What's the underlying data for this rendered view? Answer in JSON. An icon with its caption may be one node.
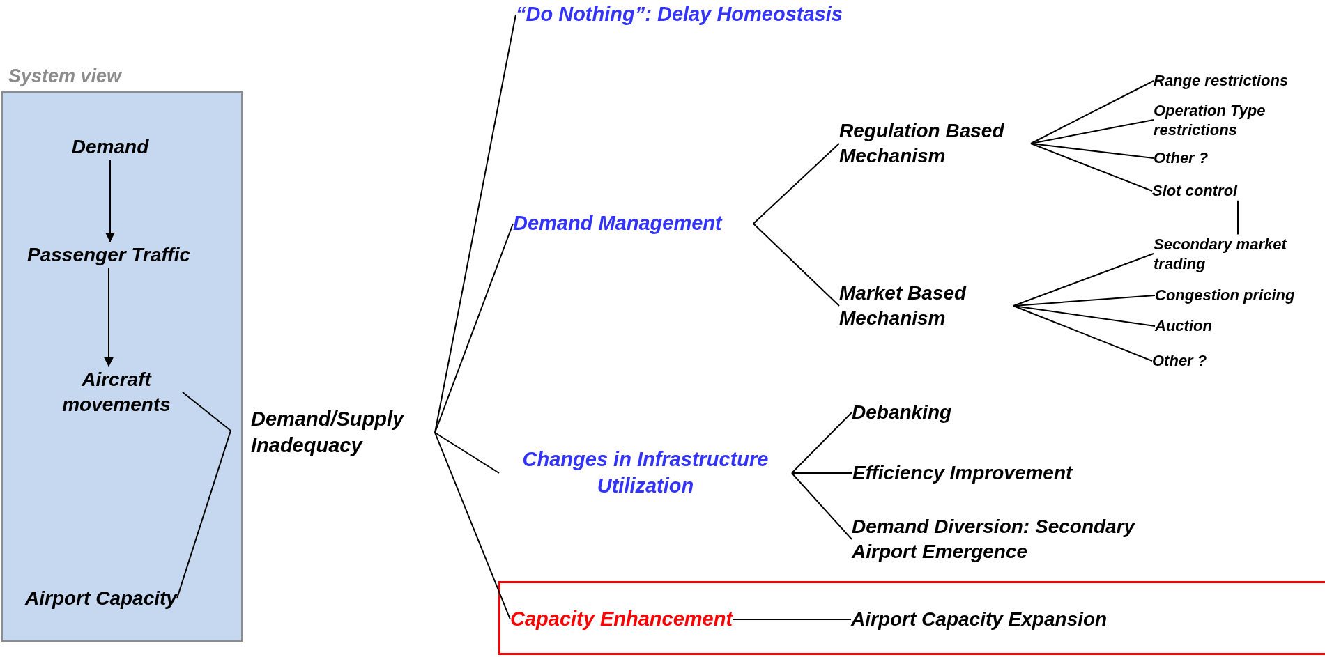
{
  "diagram": {
    "nodes": [
      {
        "text": [
          "System view"
        ]
      },
      {
        "text": [
          "Demand"
        ],
        "in": 0
      },
      {
        "text": [
          "Passenger Traffic"
        ],
        "in": 0
      },
      {
        "text": [
          "Aircraft movements"
        ],
        "in": 0
      },
      {
        "text": [
          "Airport Capacity"
        ],
        "in": 0
      },
      {
        "text": [
          "Demand/Supply Inadequacy"
        ]
      },
      {
        "text": [
          "“Do Nothing”: Delay Homeostasis"
        ]
      },
      {
        "text": [
          "Demand Management"
        ]
      },
      {
        "text": [
          "Regulation Based Mechanism"
        ]
      },
      {
        "text": [
          "Range restrictions"
        ]
      },
      {
        "text": [
          "Operation Type restrictions"
        ]
      },
      {
        "text": [
          "Other ?"
        ]
      },
      {
        "text": [
          "Slot control"
        ]
      },
      {
        "text": [
          "Secondary market trading"
        ]
      },
      {
        "text": [
          "Market Based Mechanism"
        ]
      },
      {
        "text": [
          "Congestion pricing"
        ]
      },
      {
        "text": [
          "Auction"
        ]
      },
      {
        "text": [
          "Other ?"
        ]
      },
      {
        "text": [
          "Changes in Infrastructure Utilization"
        ]
      },
      {
        "text": [
          "Debanking"
        ]
      },
      {
        "text": [
          "Efficiency Improvement"
        ]
      },
      {
        "text": [
          "Demand Diversion: Secondary Airport Emergence"
        ]
      },
      {
        "text": [],
        "shape": "box"
      },
      {
        "text": [
          "Capacity Enhancement"
        ],
        "in": 22
      },
      {
        "text": [
          "Airport Capacity Expansion"
        ],
        "in": 22
      }
    ],
    "edges": [
      {
        "from": 1,
        "to": 2,
        "arrow": "to"
      },
      {
        "from": 2,
        "to": 3,
        "arrow": "to"
      },
      {
        "from": 3,
        "to": 4,
        "arrow": "none"
      },
      {
        "from": 5,
        "to": 6,
        "arrow": "none"
      },
      {
        "from": 5,
        "to": 7,
        "arrow": "none"
      },
      {
        "from": 5,
        "to": 18,
        "arrow": "none"
      },
      {
        "from": 5,
        "to": 23,
        "arrow": "none"
      },
      {
        "from": 7,
        "to": 8,
        "arrow": "none"
      },
      {
        "from": 7,
        "to": 14,
        "arrow": "none"
      },
      {
        "from": 8,
        "to": 9,
        "arrow": "none"
      },
      {
        "from": 8,
        "to": 10,
        "arrow": "none"
      },
      {
        "from": 8,
        "to": 11,
        "arrow": "none"
      },
      {
        "from": 8,
        "to": 12,
        "arrow": "none"
      },
      {
        "from": 12,
        "to": 13,
        "arrow": "none"
      },
      {
        "from": 14,
        "to": 13,
        "arrow": "none"
      },
      {
        "from": 14,
        "to": 15,
        "arrow": "none"
      },
      {
        "from": 14,
        "to": 16,
        "arrow": "none"
      },
      {
        "from": 14,
        "to": 17,
        "arrow": "none"
      },
      {
        "from": 18,
        "to": 19,
        "arrow": "none"
      },
      {
        "from": 18,
        "to": 20,
        "arrow": "none"
      },
      {
        "from": 18,
        "to": 21,
        "arrow": "none"
      },
      {
        "from": 23,
        "to": 24,
        "arrow": "none"
      }
    ]
  }
}
